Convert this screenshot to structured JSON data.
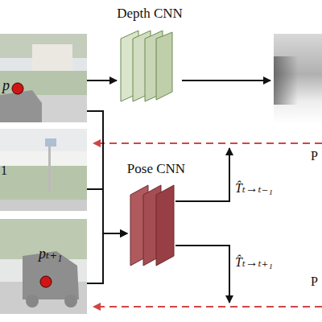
{
  "diagram": {
    "nodes": [
      {
        "text": [
          "p"
        ]
      },
      {
        "text": [
          "Depth CNN"
        ]
      },
      {
        "text": [
          "1"
        ]
      },
      {
        "text": [
          "Pose CNN"
        ]
      },
      {
        "text": [
          "pₜ₊₁"
        ]
      }
    ],
    "edges": [
      {
        "from": 0,
        "to": 1,
        "arrow": "to"
      },
      {
        "from": 0,
        "to": 3,
        "arrow": "to"
      },
      {
        "from": 2,
        "to": 3,
        "arrow": "to"
      },
      {
        "from": 4,
        "to": 3,
        "arrow": "to"
      }
    ],
    "labels": [
      "T̂ₜ→ₜ₋₁",
      "T̂ₜ→ₜ₊₁",
      "P",
      "P"
    ]
  }
}
